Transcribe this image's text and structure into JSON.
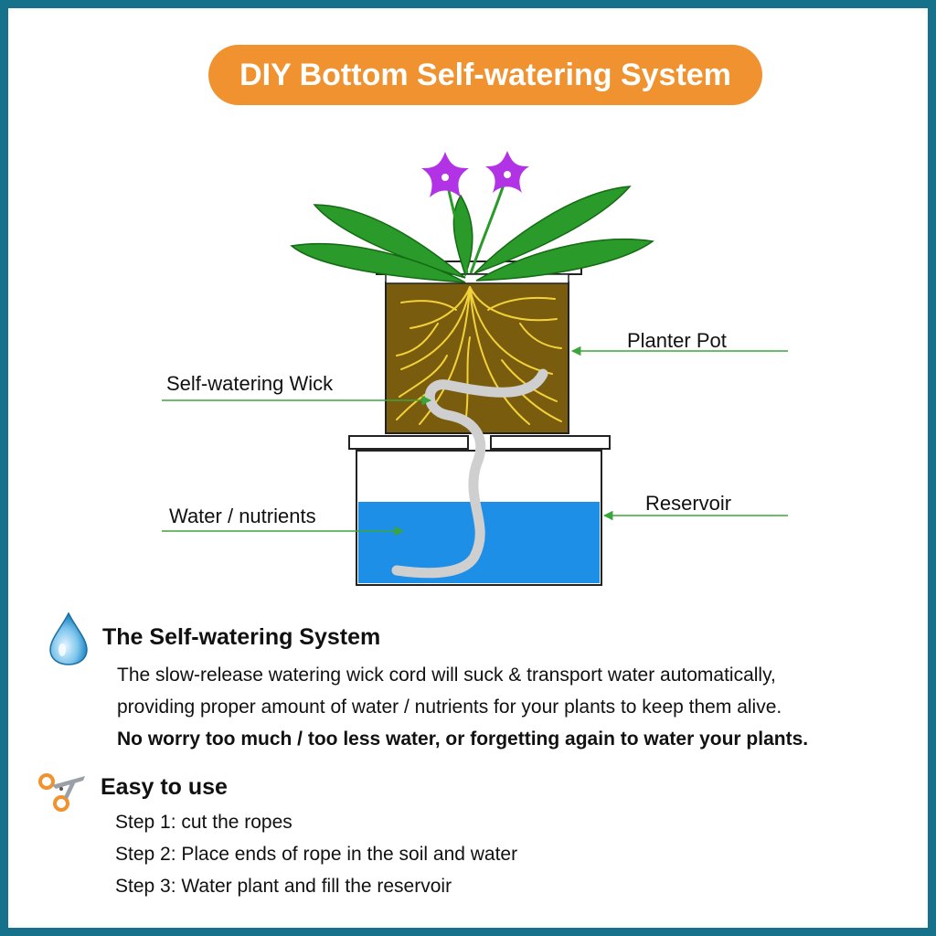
{
  "title": "DIY Bottom Self-watering System",
  "colors": {
    "frame": "#16718a",
    "title_pill": "#f0922f",
    "soil": "#7a5c0e",
    "roots": "#f2d23a",
    "water": "#1e8fe6",
    "wick": "#cfcfcf",
    "leaf": "#2a9a2a",
    "flower": "#b233e6",
    "pointer_arrow": "#3aa53a"
  },
  "diagram": {
    "labels": {
      "planter_pot": "Planter Pot",
      "self_watering_wick": "Self-watering Wick",
      "reservoir": "Reservoir",
      "water_nutrients": "Water / nutrients"
    }
  },
  "sections": {
    "system": {
      "icon": "water-drop-icon",
      "heading": "The Self-watering System",
      "lines": [
        "The slow-release watering wick cord will suck & transport water automatically,",
        "providing proper amount of water / nutrients for your plants to keep them alive."
      ],
      "bold_line": "No worry too much / too less water, or forgetting again to water your plants."
    },
    "easy": {
      "icon": "scissors-icon",
      "heading": "Easy to use",
      "steps": [
        "Step 1: cut the ropes",
        "Step 2: Place ends of rope in the soil and water",
        "Step 3: Water plant and fill the reservoir"
      ]
    }
  }
}
